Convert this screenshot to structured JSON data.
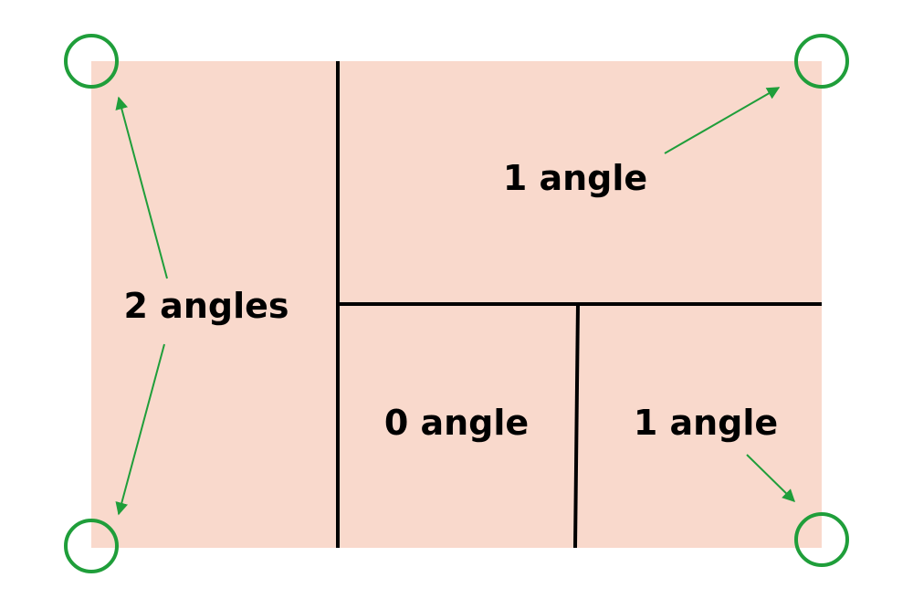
{
  "colors": {
    "region_fill": "#F9D9CC",
    "divider": "#000000",
    "corner_marker": "#1F9E3A"
  },
  "labels": {
    "left": "2 angles",
    "top_right": "1 angle",
    "bottom_middle": "0 angle",
    "bottom_right": "1 angle"
  }
}
